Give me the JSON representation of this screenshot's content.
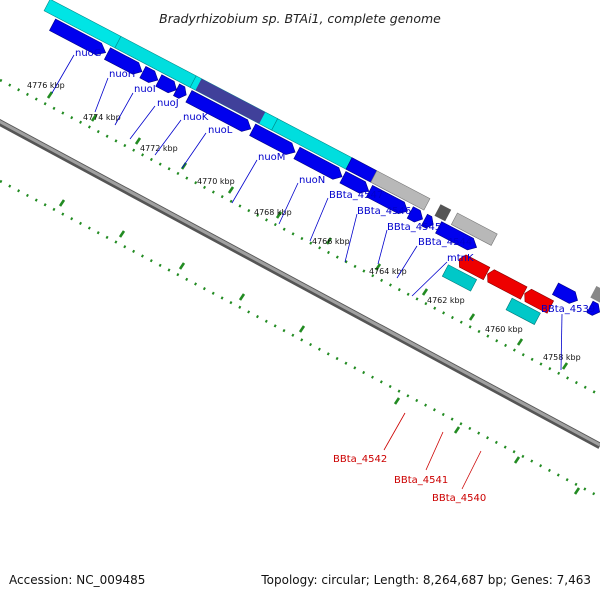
{
  "title": "Bradyrhizobium sp. BTAi1, complete genome",
  "footer": {
    "accession": "Accession: NC_009485",
    "summary": "Topology: circular; Length: 8,264,687 bp; Genes: 7,463"
  },
  "colors": {
    "plus_strand": "#0000ee",
    "plus_highlight": "#00e5e5",
    "minus_strand": "#ee0000",
    "minus_highlight": "#00c8c8",
    "non_coding": "#b8b8b8",
    "backbone": "#7a7a7a",
    "tick_dots": "#228b22",
    "label_plus": "#0000cc",
    "label_minus": "#cc0000"
  },
  "kbp_labels": [
    "4776 kbp",
    "4774 kbp",
    "4772 kbp",
    "4770 kbp",
    "4768 kbp",
    "4766 kbp",
    "4764 kbp",
    "4762 kbp",
    "4760 kbp",
    "4758 kbp"
  ],
  "gene_labels_plus": [
    "nuoG",
    "nuoH",
    "nuoI",
    "nuoJ",
    "nuoK",
    "nuoL",
    "nuoM",
    "nuoN",
    "BBta_4547",
    "BBta_4546",
    "BBta_4545",
    "BBta_4544",
    "mtnK",
    "BBta_4539"
  ],
  "gene_labels_minus": [
    "BBta_4542",
    "BBta_4541",
    "BBta_4540"
  ]
}
